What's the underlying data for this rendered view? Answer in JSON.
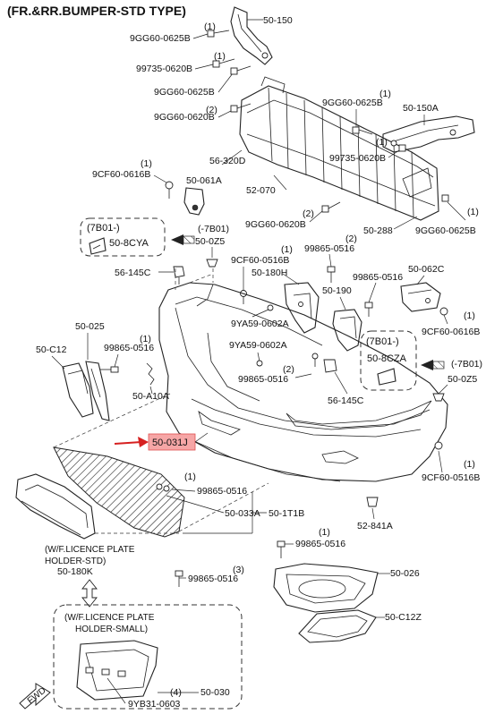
{
  "title": "(FR.&RR.BUMPER-STD TYPE)",
  "labels": {
    "p50_150": "50-150",
    "p9GG60_0625B_a": "9GG60-0625B",
    "q1_a": "(1)",
    "p99735_0620B_a": "99735-0620B",
    "q1_b": "(1)",
    "p9GG60_0625B_b": "9GG60-0625B",
    "q2_a": "(2)",
    "p9GG60_0620B_a": "9GG60-0620B",
    "q1_c": "(1)",
    "p9GG60_0625B_c": "9GG60-0625B",
    "p50_150A": "50-150A",
    "p56_320D": "56-320D",
    "p99735_0620B_b": "99735-0620B",
    "q1_d": "(1)",
    "p9CF60_0616B_a": "9CF60-0616B",
    "p50_061A": "50-061A",
    "p52_070": "52-070",
    "q2_b": "(2)",
    "p9GG60_0620B_b": "9GG60-0620B",
    "p50_288": "50-288",
    "q1_e": "(1)",
    "p9GG60_0625B_d": "9GG60-0625B",
    "box1_title": "(7B01-)",
    "p50_8CYA": "50-8CYA",
    "ref7B01_a": "(-7B01)",
    "p50_0Z5_a": "50-0Z5",
    "q2_c": "(2)",
    "p99865_0516_a": "99865-0516",
    "q1_f": "(1)",
    "p9CF60_0516B_a": "9CF60-0516B",
    "p56_145C_a": "56-145C",
    "p50_180H": "50-180H",
    "p99865_0516_b": "99865-0516",
    "p50_062C": "50-062C",
    "p50_190": "50-190",
    "p9YA59_0602A_a": "9YA59-0602A",
    "q1_g": "(1)",
    "p9CF60_0616B_b": "9CF60-0616B",
    "p50_025": "50-025",
    "p50_C12": "50-C12",
    "p99865_0516_c": "99865-0516",
    "p9YA59_0602A_b": "9YA59-0602A",
    "box2_title": "(7B01-)",
    "p50_8CZA": "50-8CZA",
    "ref7B01_b": "(-7B01)",
    "p50_0Z5_b": "50-0Z5",
    "q2_d": "(2)",
    "p99865_0516_d": "99865-0516",
    "p50_A10A": "50-A10A",
    "p56_145C_b": "56-145C",
    "p50_031J": "50-031J",
    "q1_h": "(1)",
    "p9CF60_0516B_b": "9CF60-0516B",
    "q1_i": "(1)",
    "p99865_0516_e": "99865-0516",
    "p50_033A": "50-033A",
    "p50_1T1B": "50-1T1B",
    "p52_841A": "52-841A",
    "lic_std_1": "(W/F.LICENCE PLATE",
    "lic_std_2": "HOLDER-STD)",
    "p50_180K": "50-180K",
    "q1_j": "(1)",
    "p99865_0516_f": "99865-0516",
    "p50_026": "50-026",
    "q3": "(3)",
    "p99865_0516_g": "99865-0516",
    "p50_C12Z": "50-C12Z",
    "lic_small_1": "(W/F.LICENCE PLATE",
    "lic_small_2": "HOLDER-SMALL)",
    "p50_030": "50-030",
    "q4": "(4)",
    "p9YB31_0603": "9YB31-0603",
    "fwd": "FWD"
  },
  "colors": {
    "highlight_fill": "#f6a6a6",
    "highlight_border": "#e05050",
    "arrow": "#d62020",
    "line": "#222222"
  },
  "highlighted_part": "50-031J"
}
